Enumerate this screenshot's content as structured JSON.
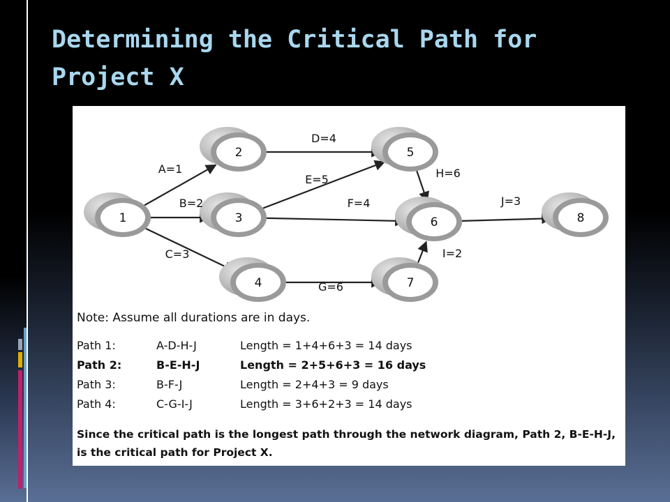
{
  "slide": {
    "title": "Determining the Critical Path for Project X"
  },
  "diagram": {
    "nodes": [
      {
        "id": "1",
        "label": "1"
      },
      {
        "id": "2",
        "label": "2"
      },
      {
        "id": "3",
        "label": "3"
      },
      {
        "id": "4",
        "label": "4"
      },
      {
        "id": "5",
        "label": "5"
      },
      {
        "id": "6",
        "label": "6"
      },
      {
        "id": "7",
        "label": "7"
      },
      {
        "id": "8",
        "label": "8"
      }
    ],
    "edges": [
      {
        "from": "1",
        "to": "2",
        "label": "A=1"
      },
      {
        "from": "1",
        "to": "3",
        "label": "B=2"
      },
      {
        "from": "1",
        "to": "4",
        "label": "C=3"
      },
      {
        "from": "2",
        "to": "5",
        "label": "D=4"
      },
      {
        "from": "3",
        "to": "5",
        "label": "E=5"
      },
      {
        "from": "3",
        "to": "6",
        "label": "F=4"
      },
      {
        "from": "4",
        "to": "7",
        "label": "G=6"
      },
      {
        "from": "5",
        "to": "6",
        "label": "H=6"
      },
      {
        "from": "7",
        "to": "6",
        "label": "I=2"
      },
      {
        "from": "6",
        "to": "8",
        "label": "J=3"
      }
    ]
  },
  "note": "Note:  Assume all durations are in days.",
  "paths": [
    {
      "name": "Path 1:",
      "sequence": "A-D-H-J",
      "length": "Length = 1+4+6+3 = 14 days",
      "critical": false
    },
    {
      "name": "Path 2:",
      "sequence": "B-E-H-J",
      "length": "Length = 2+5+6+3 = 16 days",
      "critical": true
    },
    {
      "name": "Path 3:",
      "sequence": "B-F-J",
      "length": "Length = 2+4+3 = 9 days",
      "critical": false
    },
    {
      "name": "Path 4:",
      "sequence": "C-G-I-J",
      "length": "Length = 3+6+2+3 = 14 days",
      "critical": false
    }
  ],
  "conclusion": "Since the critical path is the longest path through the network diagram, Path 2, B-E-H-J, is the critical path for Project X.",
  "colors": {
    "title": "#a9d7ee",
    "accent_yellow": "#e0b000",
    "accent_pink": "#c0206a",
    "accent_blue": "#6aa2c8"
  }
}
